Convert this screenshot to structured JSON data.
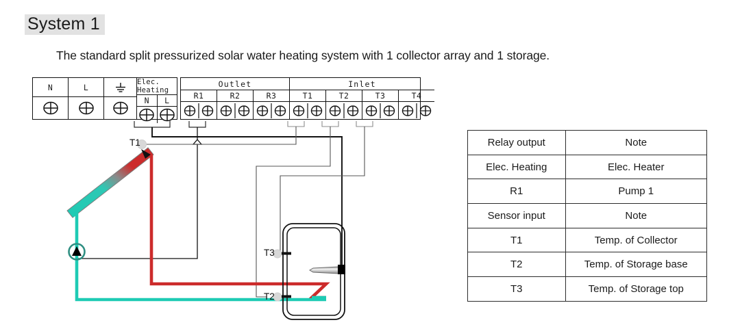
{
  "page": {
    "title": "System 1",
    "subtitle": "The standard split pressurized solar water heating system with 1 collector array and 1 storage."
  },
  "colors": {
    "hot_pipe": "#cc2b2b",
    "cold_pipe": "#1ecbb4",
    "wire": "#2b2b2b",
    "heater_wire": "#000000",
    "sensor_dot": "#d8d8d8",
    "title_highlight": "#e2e2e2",
    "collector_gradient_from": "#1ecbb4",
    "collector_gradient_mid": "#8a8a8a",
    "collector_gradient_to": "#cc2b2b"
  },
  "terminal_block": {
    "left_strip": [
      {
        "label": "N",
        "type": "screw-cross"
      },
      {
        "label": "L",
        "type": "screw-cross"
      },
      {
        "label": "earth-ground-icon",
        "type": "screw-cross"
      }
    ],
    "elec_heating": {
      "group_label": "Elec. Heating",
      "sub_labels": [
        "N",
        "L"
      ]
    },
    "right_strip": [
      {
        "group_label": "Outlet",
        "sub_labels": [
          "R1",
          "R2",
          "R3"
        ],
        "terminals_per_sub": 2
      },
      {
        "group_label": "Inlet",
        "sub_labels": [
          "T1",
          "T2",
          "T3",
          "T4"
        ],
        "terminals_per_sub": 2
      }
    ]
  },
  "diagram_labels": {
    "t1": "T1",
    "t2": "T2",
    "t3": "T3"
  },
  "diagram_components": {
    "collector": "solar-collector-array",
    "pump": "circulation-pump",
    "storage_tank": "storage-tank",
    "heater_element": "electric-heater-element",
    "heat_exchanger": "tank-heat-exchanger-coil"
  },
  "note_table": {
    "rows": [
      {
        "c0": "Relay output",
        "c1": "Note"
      },
      {
        "c0": "Elec. Heating",
        "c1": "Elec. Heater"
      },
      {
        "c0": "R1",
        "c1": "Pump 1"
      },
      {
        "c0": "Sensor input",
        "c1": "Note"
      },
      {
        "c0": "T1",
        "c1": "Temp. of Collector"
      },
      {
        "c0": "T2",
        "c1": "Temp. of Storage base"
      },
      {
        "c0": "T3",
        "c1": "Temp. of Storage top"
      }
    ]
  }
}
